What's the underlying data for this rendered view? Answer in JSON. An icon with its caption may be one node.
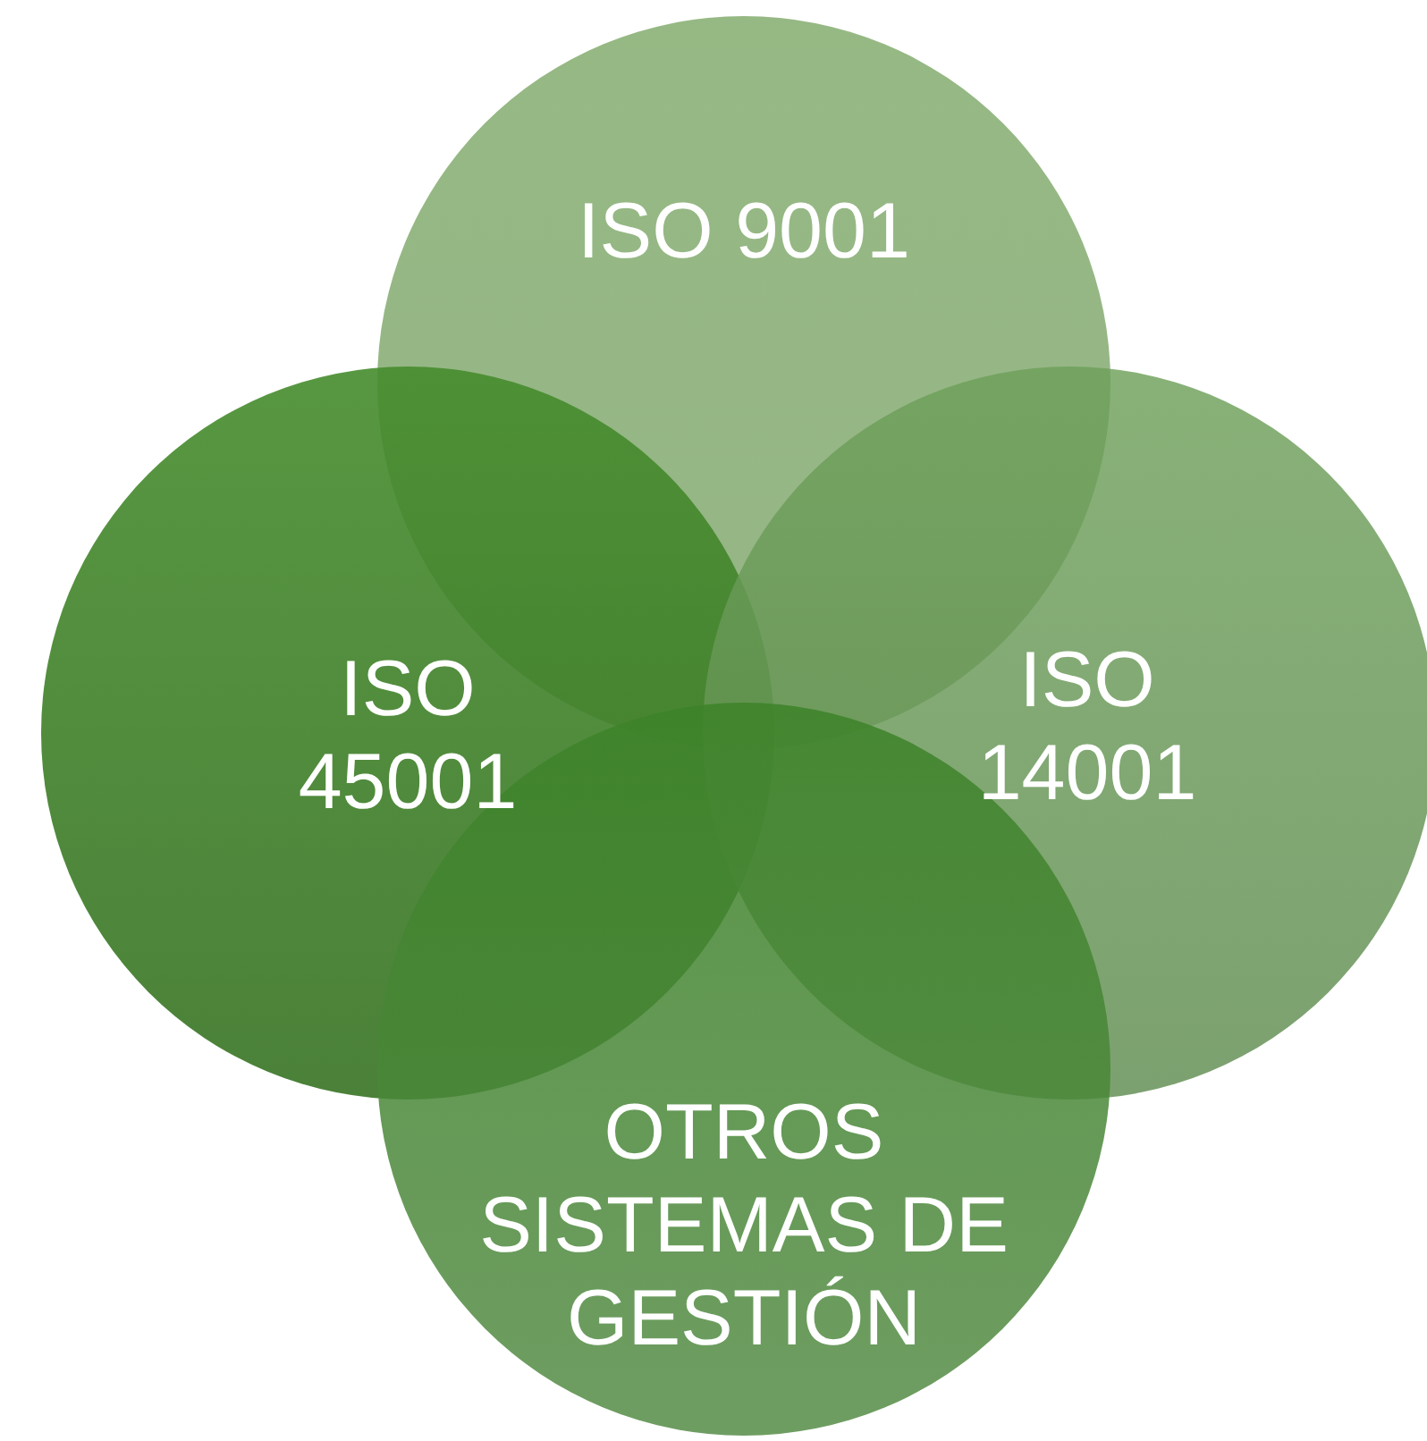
{
  "diagram": {
    "nodes": [
      {
        "text": [
          "ISO 9001"
        ]
      },
      {
        "text": [
          "ISO 45001"
        ]
      },
      {
        "text": [
          "ISO 14001"
        ]
      },
      {
        "text": [
          "OTROS SISTEMAS DE GESTIÓN"
        ]
      }
    ],
    "edges": []
  }
}
